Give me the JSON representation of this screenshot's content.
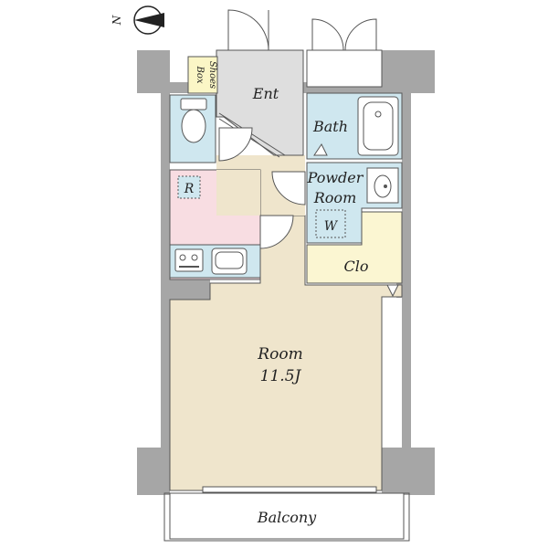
{
  "compass": {
    "label": "N"
  },
  "rooms": {
    "shoes_box": [
      "Shoes",
      "Box"
    ],
    "entrance": "Ent",
    "bath": "Bath",
    "powder_room": [
      "Powder",
      "Room"
    ],
    "refrigerator": "R",
    "washer": "W",
    "closet": "Clo",
    "main_room": {
      "name": "Room",
      "size": "11.5J"
    },
    "balcony": "Balcony"
  },
  "colors": {
    "wall": "#a6a6a6",
    "room_floor": "#efe5cc",
    "entrance_floor": "#dedede",
    "wet_area": "#cfe7ef",
    "kitchen": "#f8dde2",
    "closet": "#fbf6d2",
    "shoes_box": "#fbf6c6",
    "outline": "#555555"
  }
}
